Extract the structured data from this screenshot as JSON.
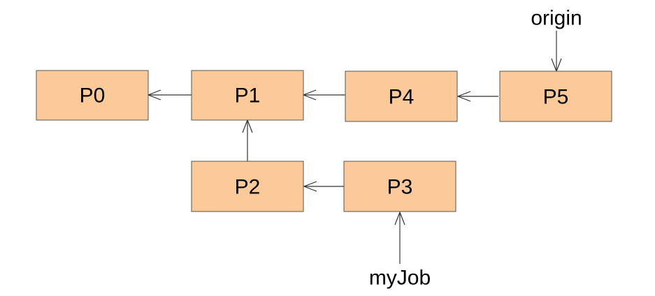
{
  "diagram": {
    "node_fill": "#fcc998",
    "nodes": [
      {
        "id": "P0",
        "label": "P0"
      },
      {
        "id": "P1",
        "label": "P1"
      },
      {
        "id": "P2",
        "label": "P2"
      },
      {
        "id": "P3",
        "label": "P3"
      },
      {
        "id": "P4",
        "label": "P4"
      },
      {
        "id": "P5",
        "label": "P5"
      }
    ],
    "edges": [
      {
        "from": "P1",
        "to": "P0"
      },
      {
        "from": "P4",
        "to": "P1"
      },
      {
        "from": "P5",
        "to": "P4"
      },
      {
        "from": "P2",
        "to": "P1"
      },
      {
        "from": "P3",
        "to": "P2"
      }
    ],
    "pointers": [
      {
        "label": "origin",
        "target": "P5"
      },
      {
        "label": "myJob",
        "target": "P3"
      }
    ]
  }
}
